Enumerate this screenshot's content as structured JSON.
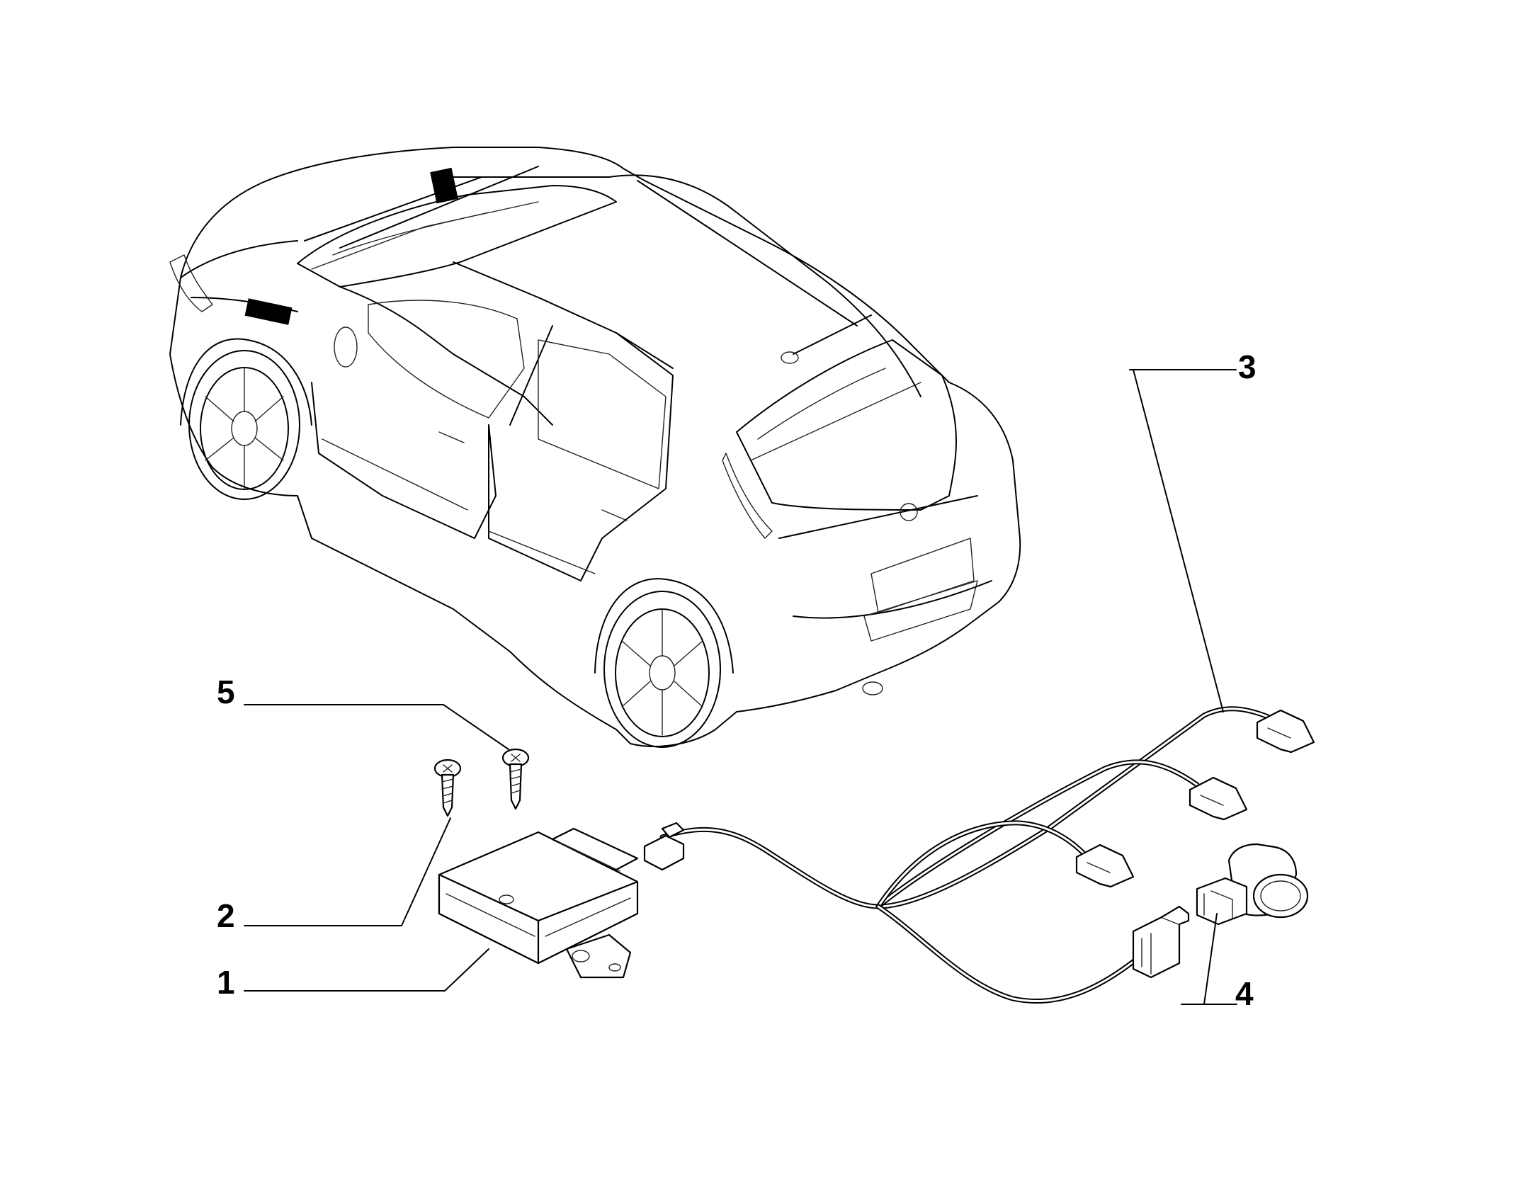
{
  "callouts": [
    {
      "number": "1",
      "part": "control-unit"
    },
    {
      "number": "2",
      "part": "screw"
    },
    {
      "number": "3",
      "part": "wiring-harness"
    },
    {
      "number": "4",
      "part": "parking-sensor"
    },
    {
      "number": "5",
      "part": "screw"
    }
  ],
  "colors": {
    "line": "#000000",
    "background": "#ffffff"
  }
}
